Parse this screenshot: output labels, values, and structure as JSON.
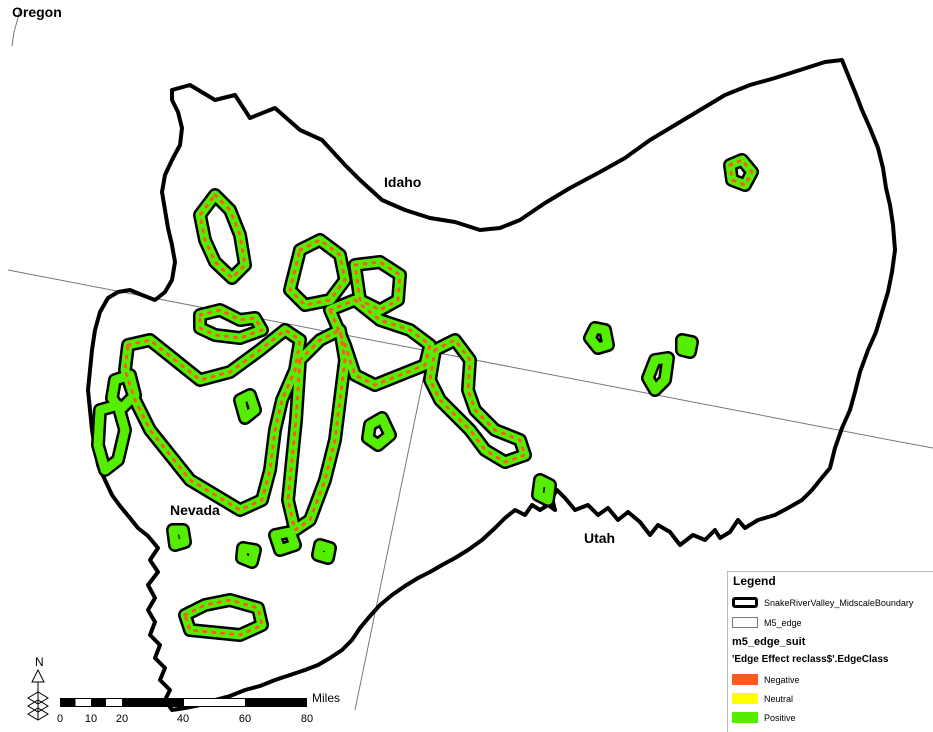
{
  "map": {
    "state_labels": {
      "oregon": "Oregon",
      "idaho": "Idaho",
      "nevada": "Nevada",
      "utah": "Utah"
    },
    "colors": {
      "boundary": "#000000",
      "negative": "#ff5a1e",
      "neutral": "#ffff00",
      "positive": "#55ee00"
    }
  },
  "legend": {
    "title": "Legend",
    "boundary_label": "SnakeRiverValley_MidscaleBoundary",
    "edge_label": "M5_edge",
    "layer_name": "m5_edge_suit",
    "field_name": "'Edge Effect reclass$'.EdgeClass",
    "classes": [
      {
        "label": "Negative",
        "color": "#ff5a1e"
      },
      {
        "label": "Neutral",
        "color": "#ffff00"
      },
      {
        "label": "Positive",
        "color": "#55ee00"
      }
    ]
  },
  "scalebar": {
    "ticks": [
      "0",
      "10",
      "20",
      "40",
      "60",
      "80"
    ],
    "units": "Miles",
    "north_label": "N"
  }
}
